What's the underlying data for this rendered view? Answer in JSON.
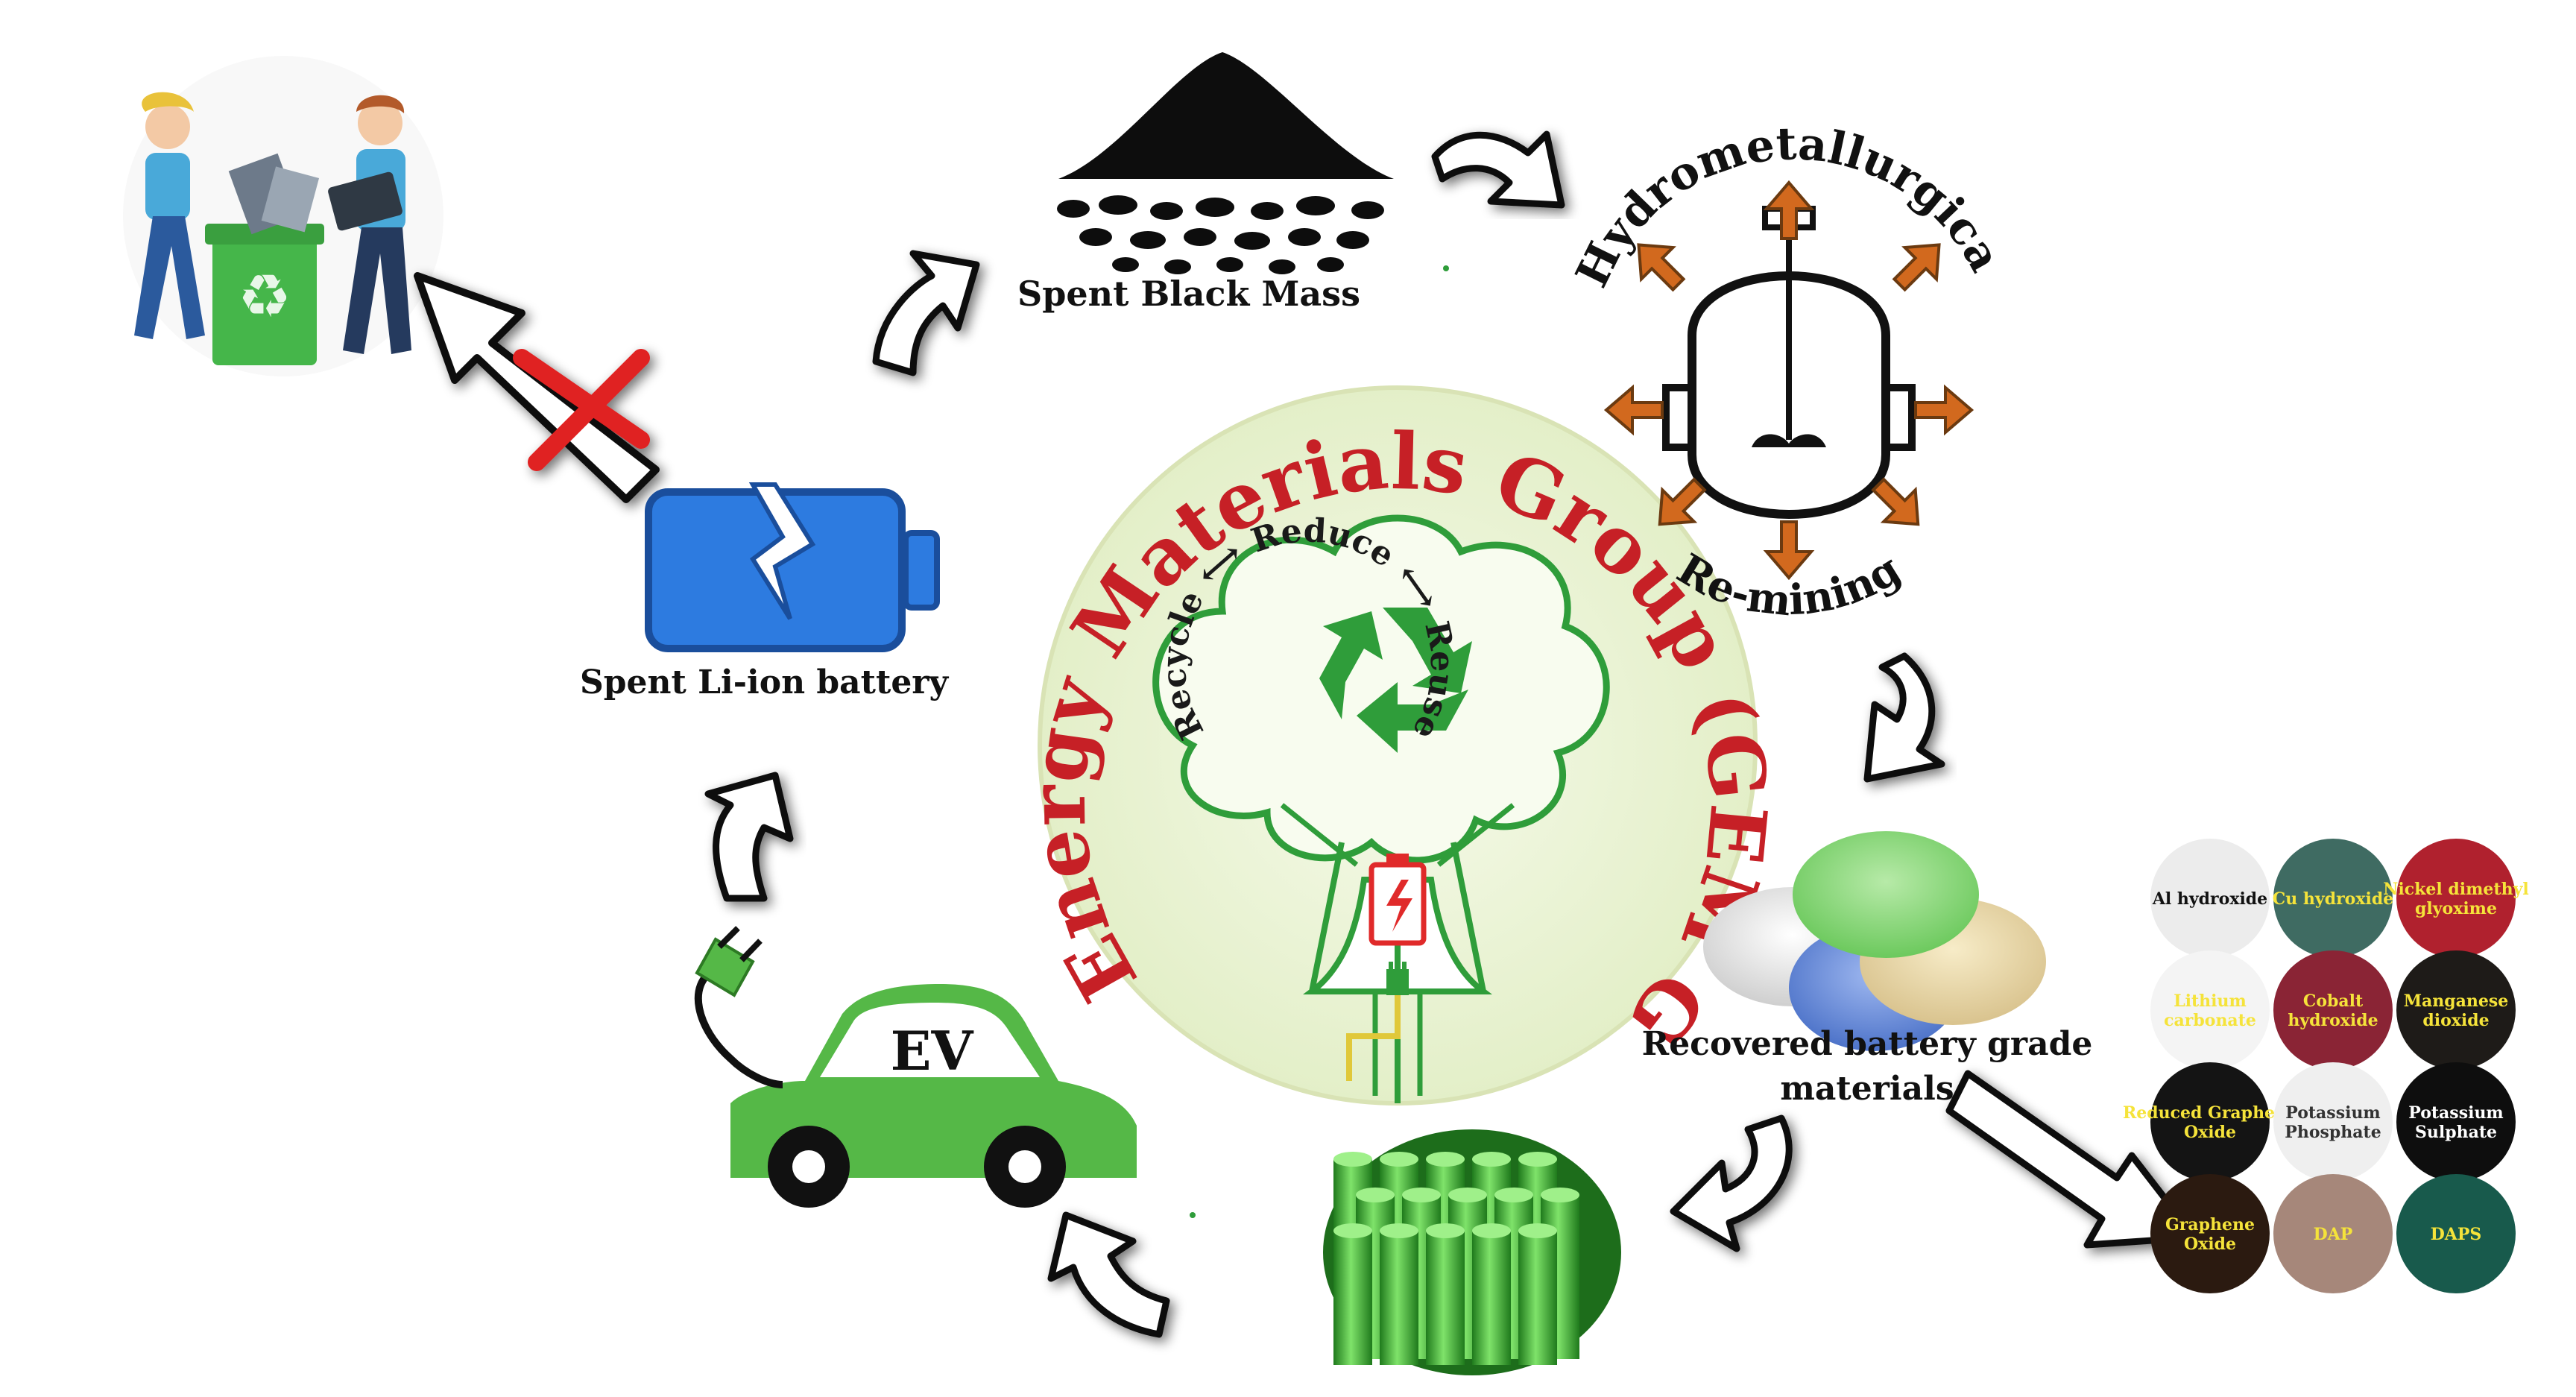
{
  "labels": {
    "spent_black_mass": "Spent Black Mass",
    "hydrometallurgical": "Hydrometallurgical",
    "re_mining": "Re-mining",
    "spent_li_ion_battery": "Spent Li-ion battery",
    "recovered_line1": "Recovered battery grade",
    "recovered_line2": "materials",
    "ev": "EV"
  },
  "center": {
    "title": "Green Energy Materials Group (GEM Group)",
    "reduce": "Reduce",
    "reuse": "Reuse",
    "recycle": "Recycle"
  },
  "materials_grid": [
    [
      "Al hydroxide",
      "Cu hydroxide",
      "Nickel dimethyl glyoxime"
    ],
    [
      "Lithium carbonate",
      "Cobalt hydroxide",
      "Manganese dioxide"
    ],
    [
      "Reduced Graphene Oxide",
      "Potassium Phosphate",
      "Potassium Sulphate"
    ],
    [
      "Graphene Oxide",
      "DAP",
      "DAPS"
    ]
  ],
  "colors": {
    "gem_red": "#c62026",
    "tree_green": "#2f9d3a",
    "battery_blue": "#2d7be0",
    "ev_green": "#55b847",
    "reactor_arrow": "#d2691e"
  }
}
